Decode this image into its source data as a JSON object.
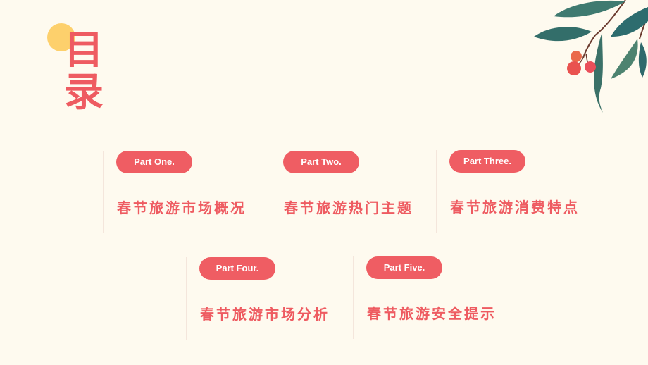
{
  "title": {
    "char1": "目",
    "char2": "录"
  },
  "colors": {
    "background": "#fefaef",
    "accent": "#ef5d63",
    "sun": "#fdd06c",
    "leaf": "#2f6b66",
    "berry": "#e9524f"
  },
  "decoration": {
    "icon": "leaf-berry-branch-icon"
  },
  "sections": [
    {
      "part": "Part One.",
      "heading": "春节旅游市场概况"
    },
    {
      "part": "Part Two.",
      "heading": "春节旅游热门主题"
    },
    {
      "part": "Part Three.",
      "heading": "春节旅游消费特点"
    },
    {
      "part": "Part Four.",
      "heading": "春节旅游市场分析"
    },
    {
      "part": "Part Five.",
      "heading": "春节旅游安全提示"
    }
  ]
}
